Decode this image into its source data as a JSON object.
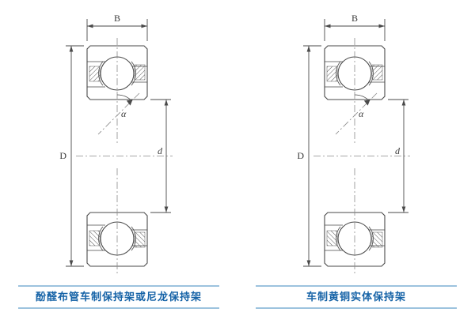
{
  "diagrams": [
    {
      "labels": {
        "width": "B",
        "outer_diameter": "D",
        "bore": "d",
        "contact_angle": "α"
      },
      "caption": "酚醛布管车制保持架或尼龙保持架"
    },
    {
      "labels": {
        "width": "B",
        "outer_diameter": "D",
        "bore": "d",
        "contact_angle": "α"
      },
      "caption": "车制黄铜实体保持架"
    }
  ],
  "colors": {
    "line": "#4a4a4a",
    "centerline": "#8a8a8a",
    "caption_text": "#1663a7",
    "caption_rule": "#9cc3de",
    "background": "#ffffff"
  }
}
